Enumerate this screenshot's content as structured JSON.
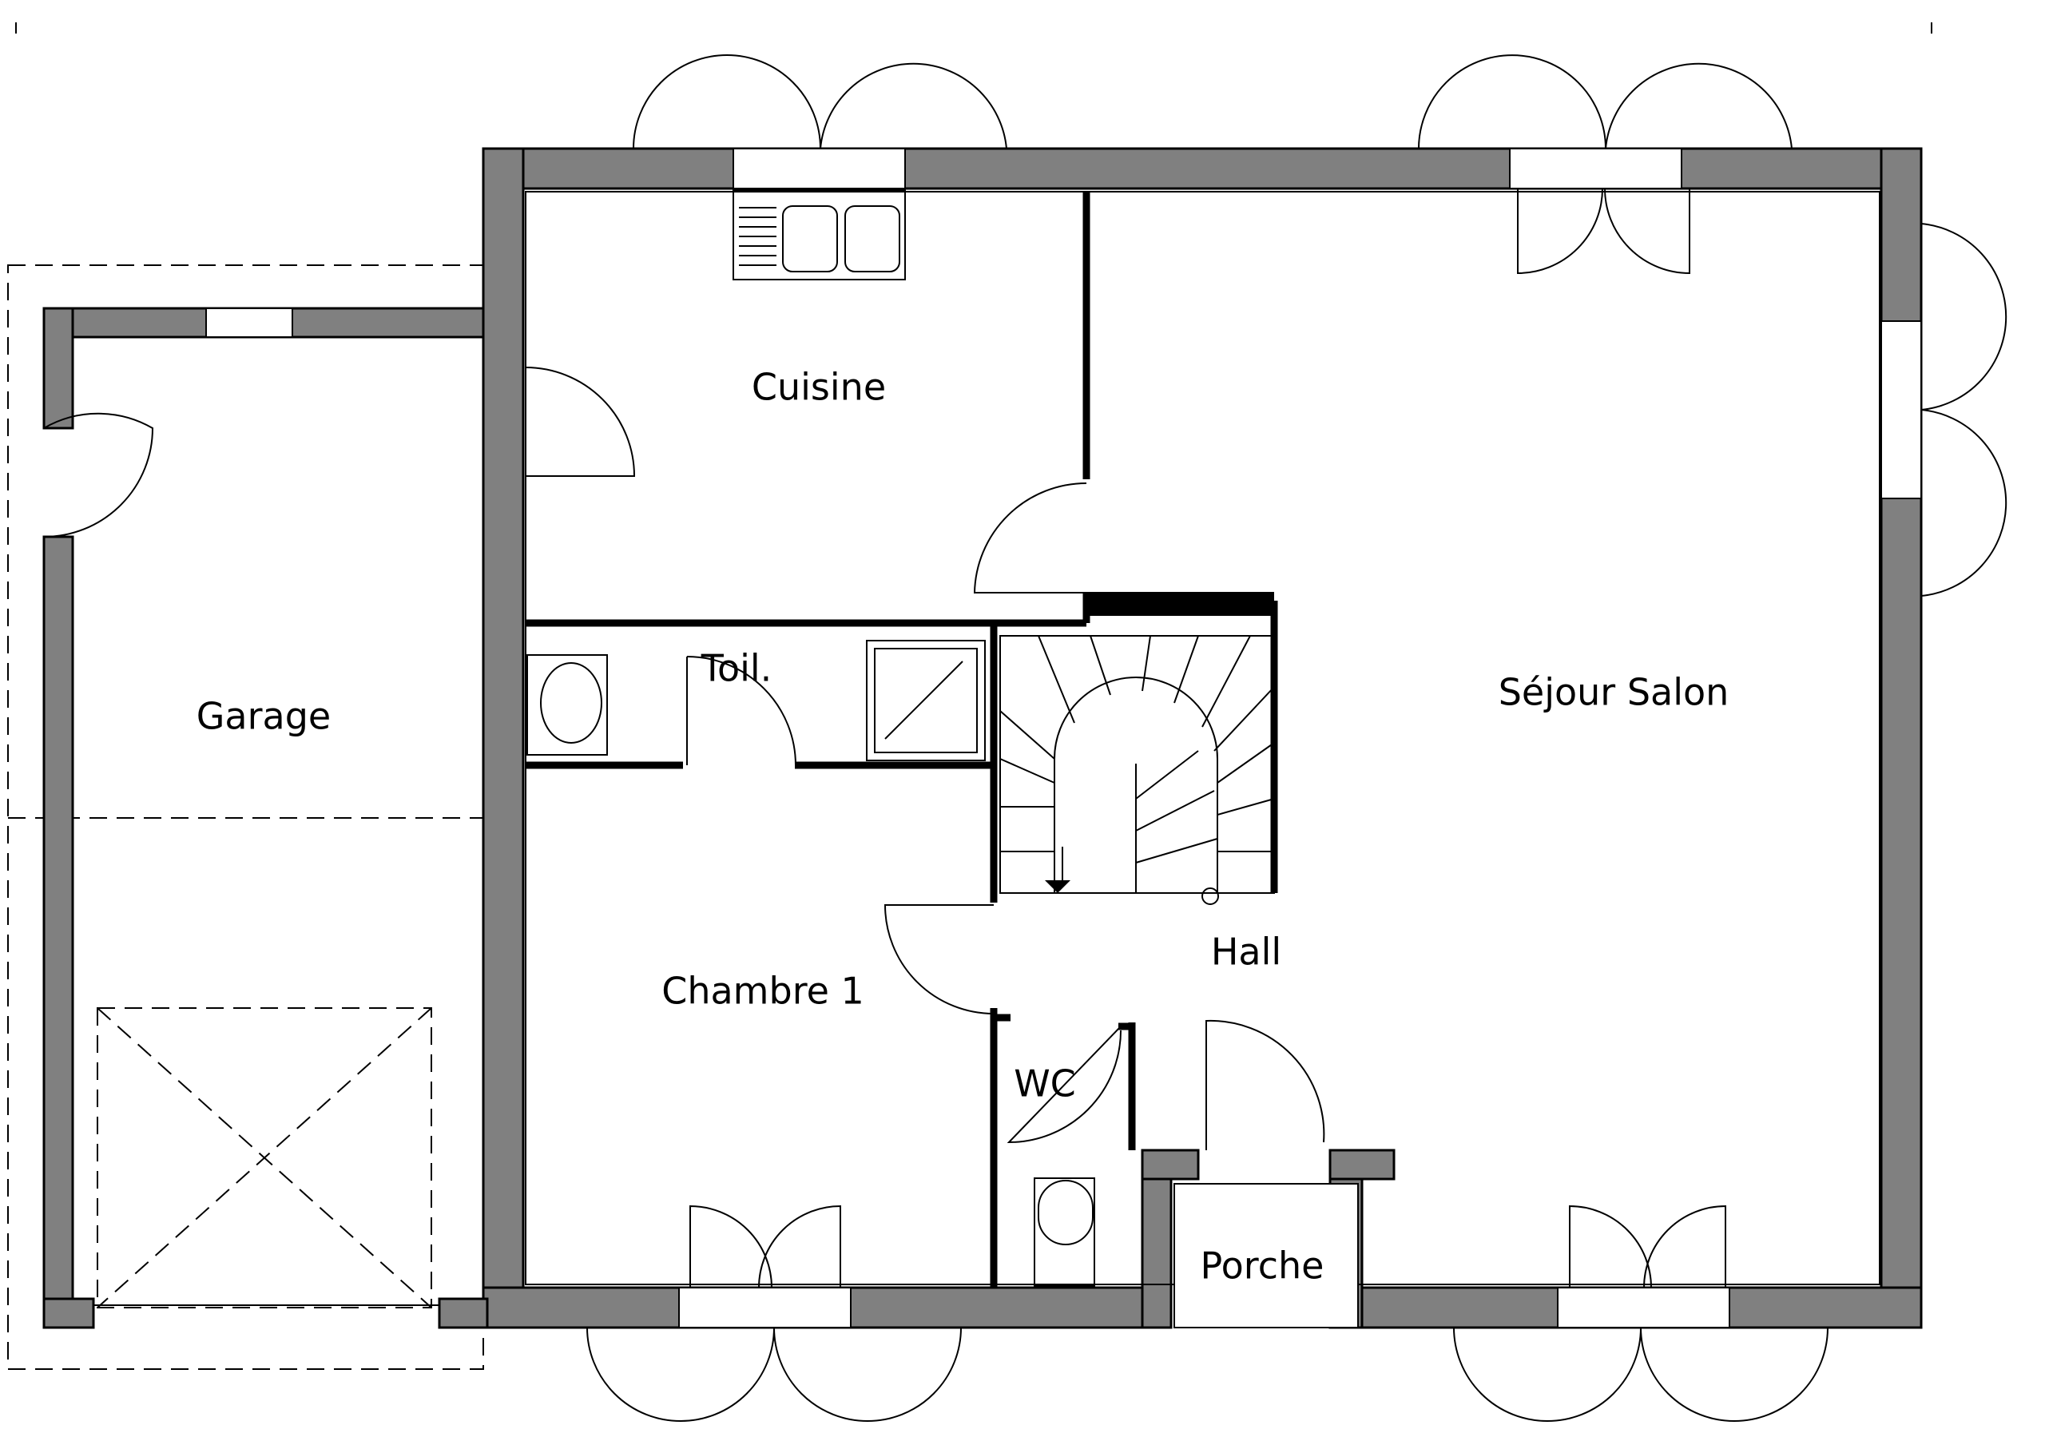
{
  "plan": {
    "rooms": [
      {
        "id": "cuisine",
        "label": "Cuisine"
      },
      {
        "id": "sejour-salon",
        "label": "Séjour Salon"
      },
      {
        "id": "garage",
        "label": "Garage"
      },
      {
        "id": "toilettes",
        "label": "Toil."
      },
      {
        "id": "hall",
        "label": "Hall"
      },
      {
        "id": "chambre-1",
        "label": "Chambre 1"
      },
      {
        "id": "wc",
        "label": "WC"
      },
      {
        "id": "porche",
        "label": "Porche"
      }
    ]
  },
  "colors": {
    "wall": "#808080",
    "line": "#000000",
    "background": "#ffffff"
  }
}
